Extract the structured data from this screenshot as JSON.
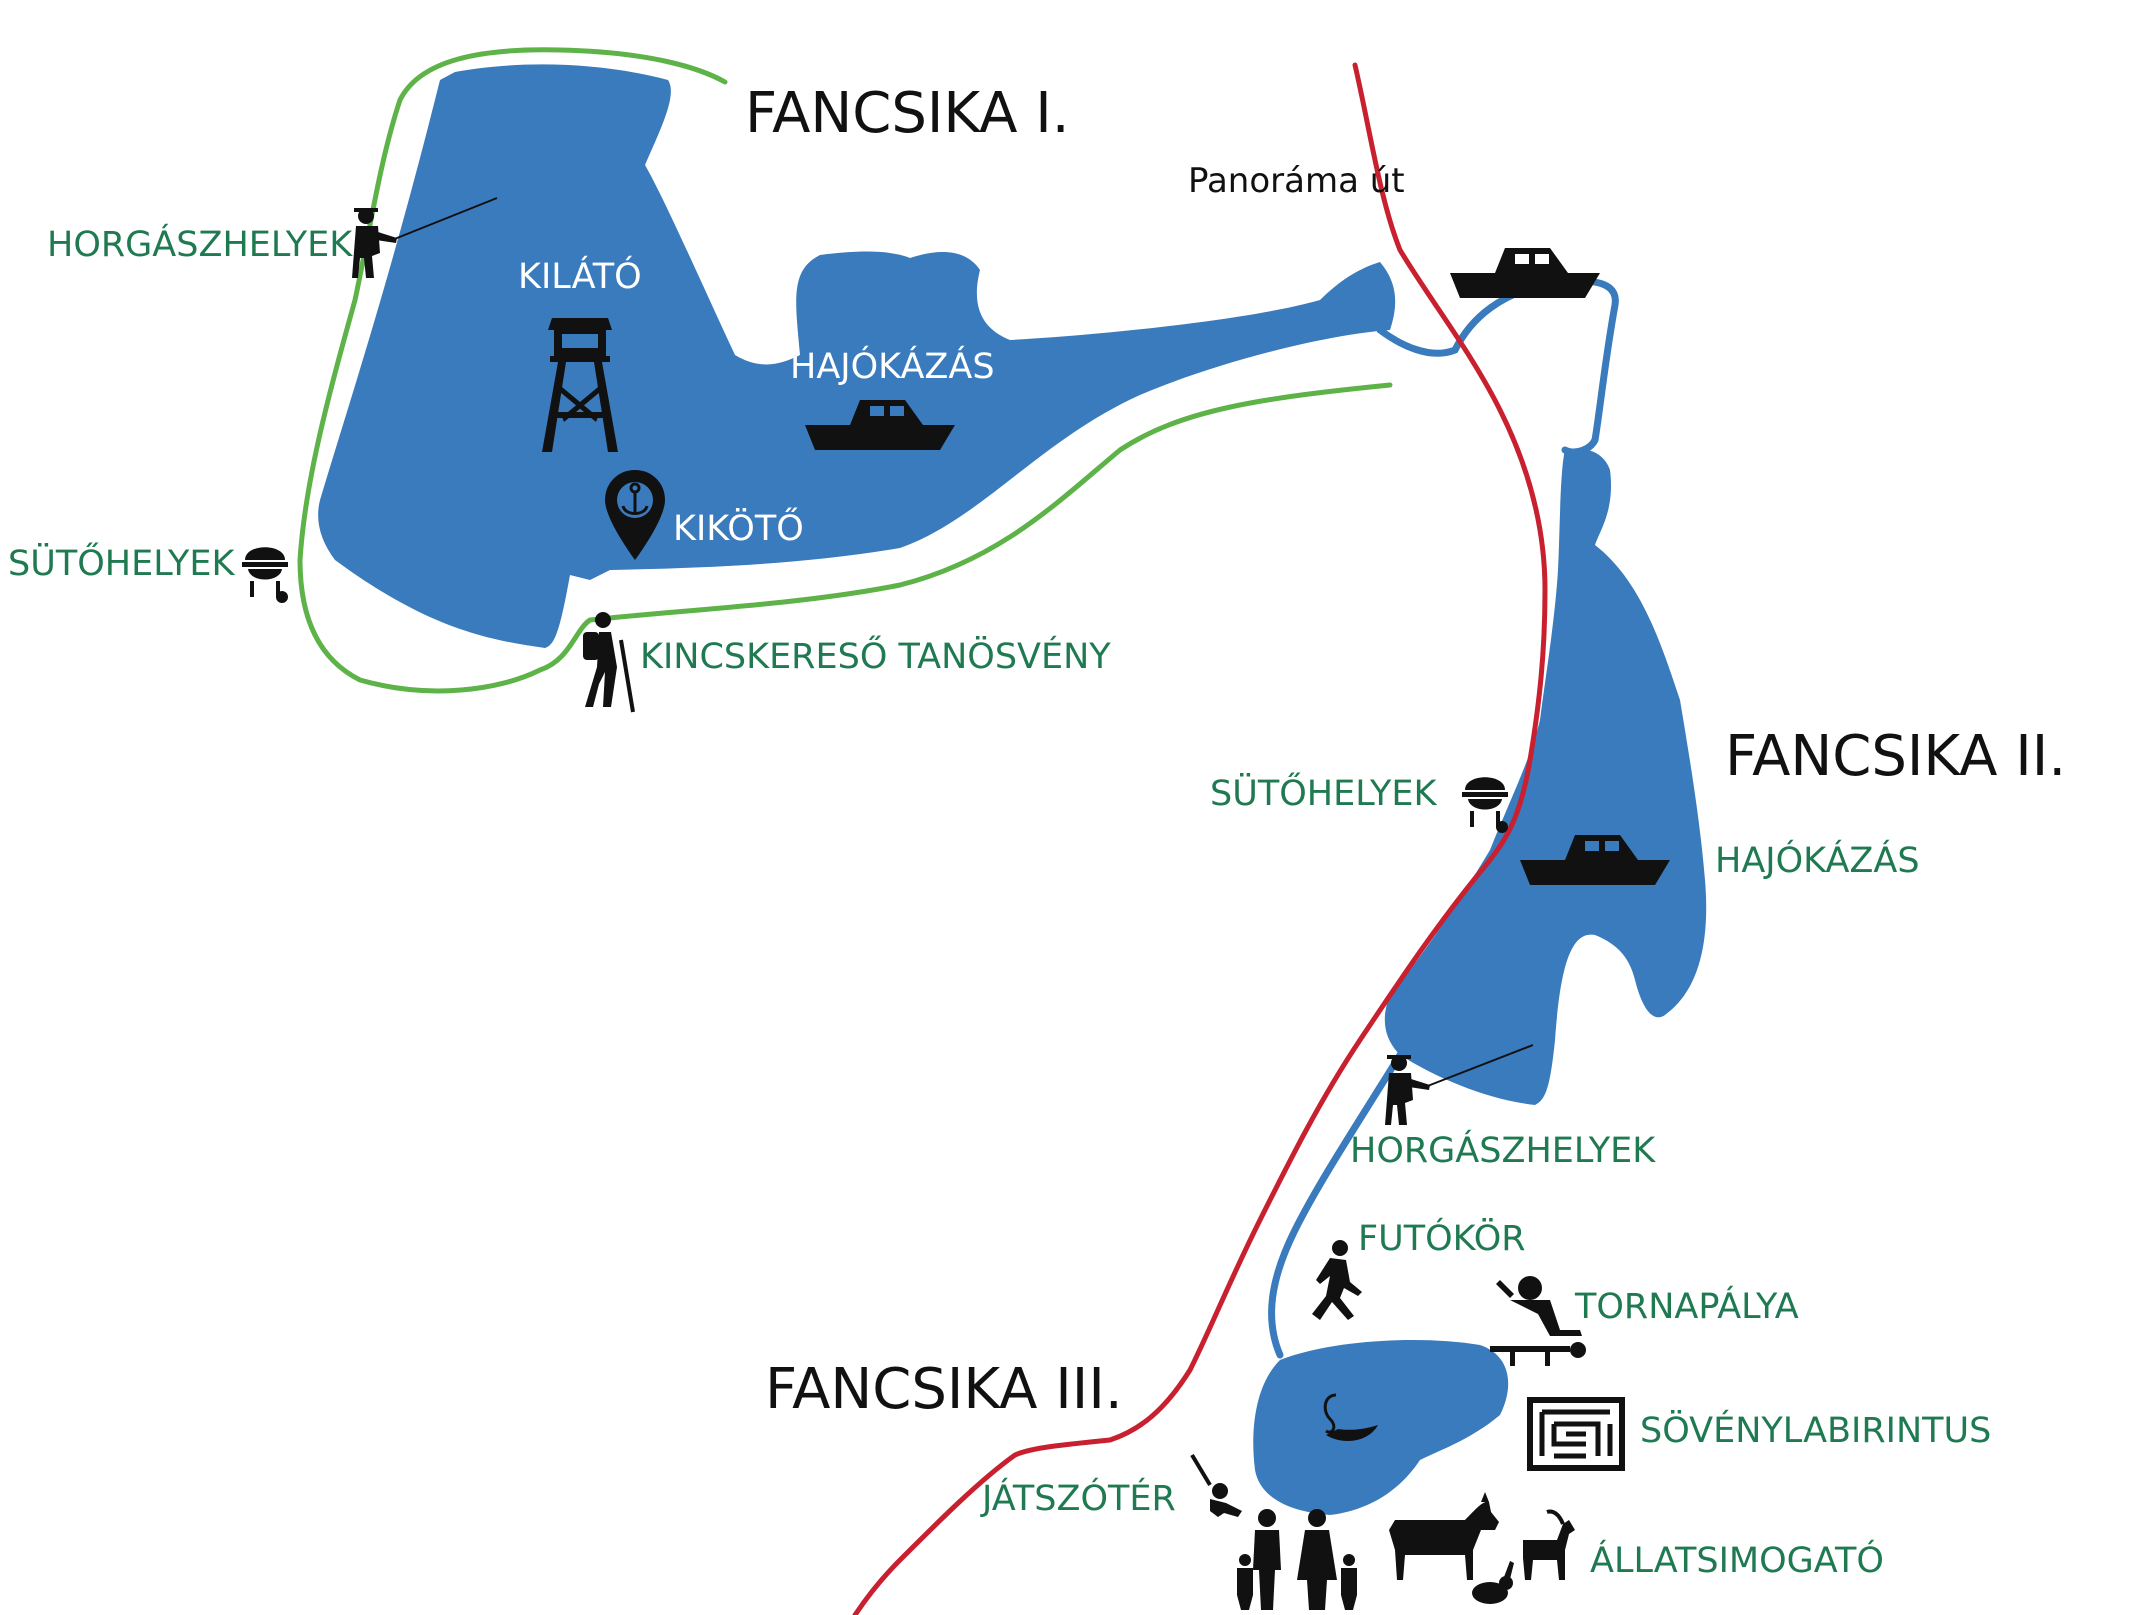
{
  "colors": {
    "lake": "#3a7bbd",
    "road": "#c8202f",
    "trail": "#5db248",
    "label_green": "#1f7a52",
    "icon": "#111111"
  },
  "lakes": {
    "fancsika1": "FANCSIKA I.",
    "fancsika2": "FANCSIKA II.",
    "fancsika3": "FANCSIKA III."
  },
  "road": {
    "label": "Panoráma út"
  },
  "labels": {
    "horgaszhelyek_1": "HORGÁSZHELYEK",
    "kilato": "KILÁTÓ",
    "hajokazas_1": "HAJÓKÁZÁS",
    "sutohelyek_1": "SÜTŐHELYEK",
    "kikoto": "KIKÖTŐ",
    "tanosveny": "KINCSKERESŐ TANÖSVÉNY",
    "sutohelyek_2": "SÜTŐHELYEK",
    "hajokazas_2": "HAJÓKÁZÁS",
    "horgaszhelyek_2": "HORGÁSZHELYEK",
    "futokor": "FUTÓKÖR",
    "tornapalya": "TORNAPÁLYA",
    "labirintus": "SÖVÉNYLABIRINTUS",
    "jatszoter": "JÁTSZÓTÉR",
    "allatsimogato": "ÁLLATSIMOGATÓ"
  },
  "icons": [
    "fisherman-icon",
    "watchtower-icon",
    "boat-icon",
    "anchor-pin-icon",
    "grill-icon",
    "hiker-icon",
    "runner-icon",
    "exercise-bench-icon",
    "maze-icon",
    "swing-icon",
    "family-icon",
    "donkey-icon",
    "goat-icon",
    "rabbit-icon",
    "swan-icon"
  ]
}
